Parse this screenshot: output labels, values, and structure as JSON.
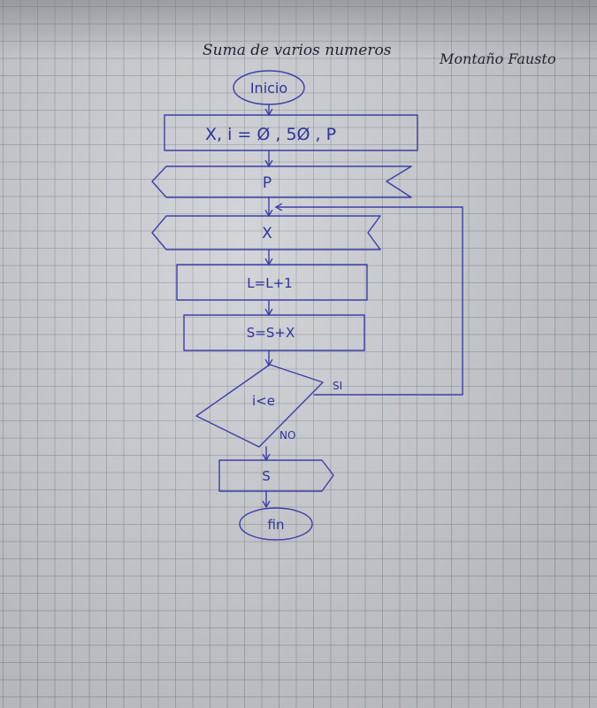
{
  "header": {
    "title": "Suma de varios numeros",
    "author": "Montaño Fausto"
  },
  "flowchart": {
    "start": "Inicio",
    "init": "X, i = Ø , 5Ø , P",
    "input_p": "P",
    "input_x": "X",
    "increment": "L=L+1",
    "accumulate": "S=S+X",
    "condition": "i<e",
    "branch_yes": "SI",
    "branch_no": "NO",
    "output": "S",
    "end": "fin"
  },
  "colors": {
    "ink": "#3b3fa8",
    "pencil": "#1f2430",
    "paper": "#c9ccd1"
  }
}
